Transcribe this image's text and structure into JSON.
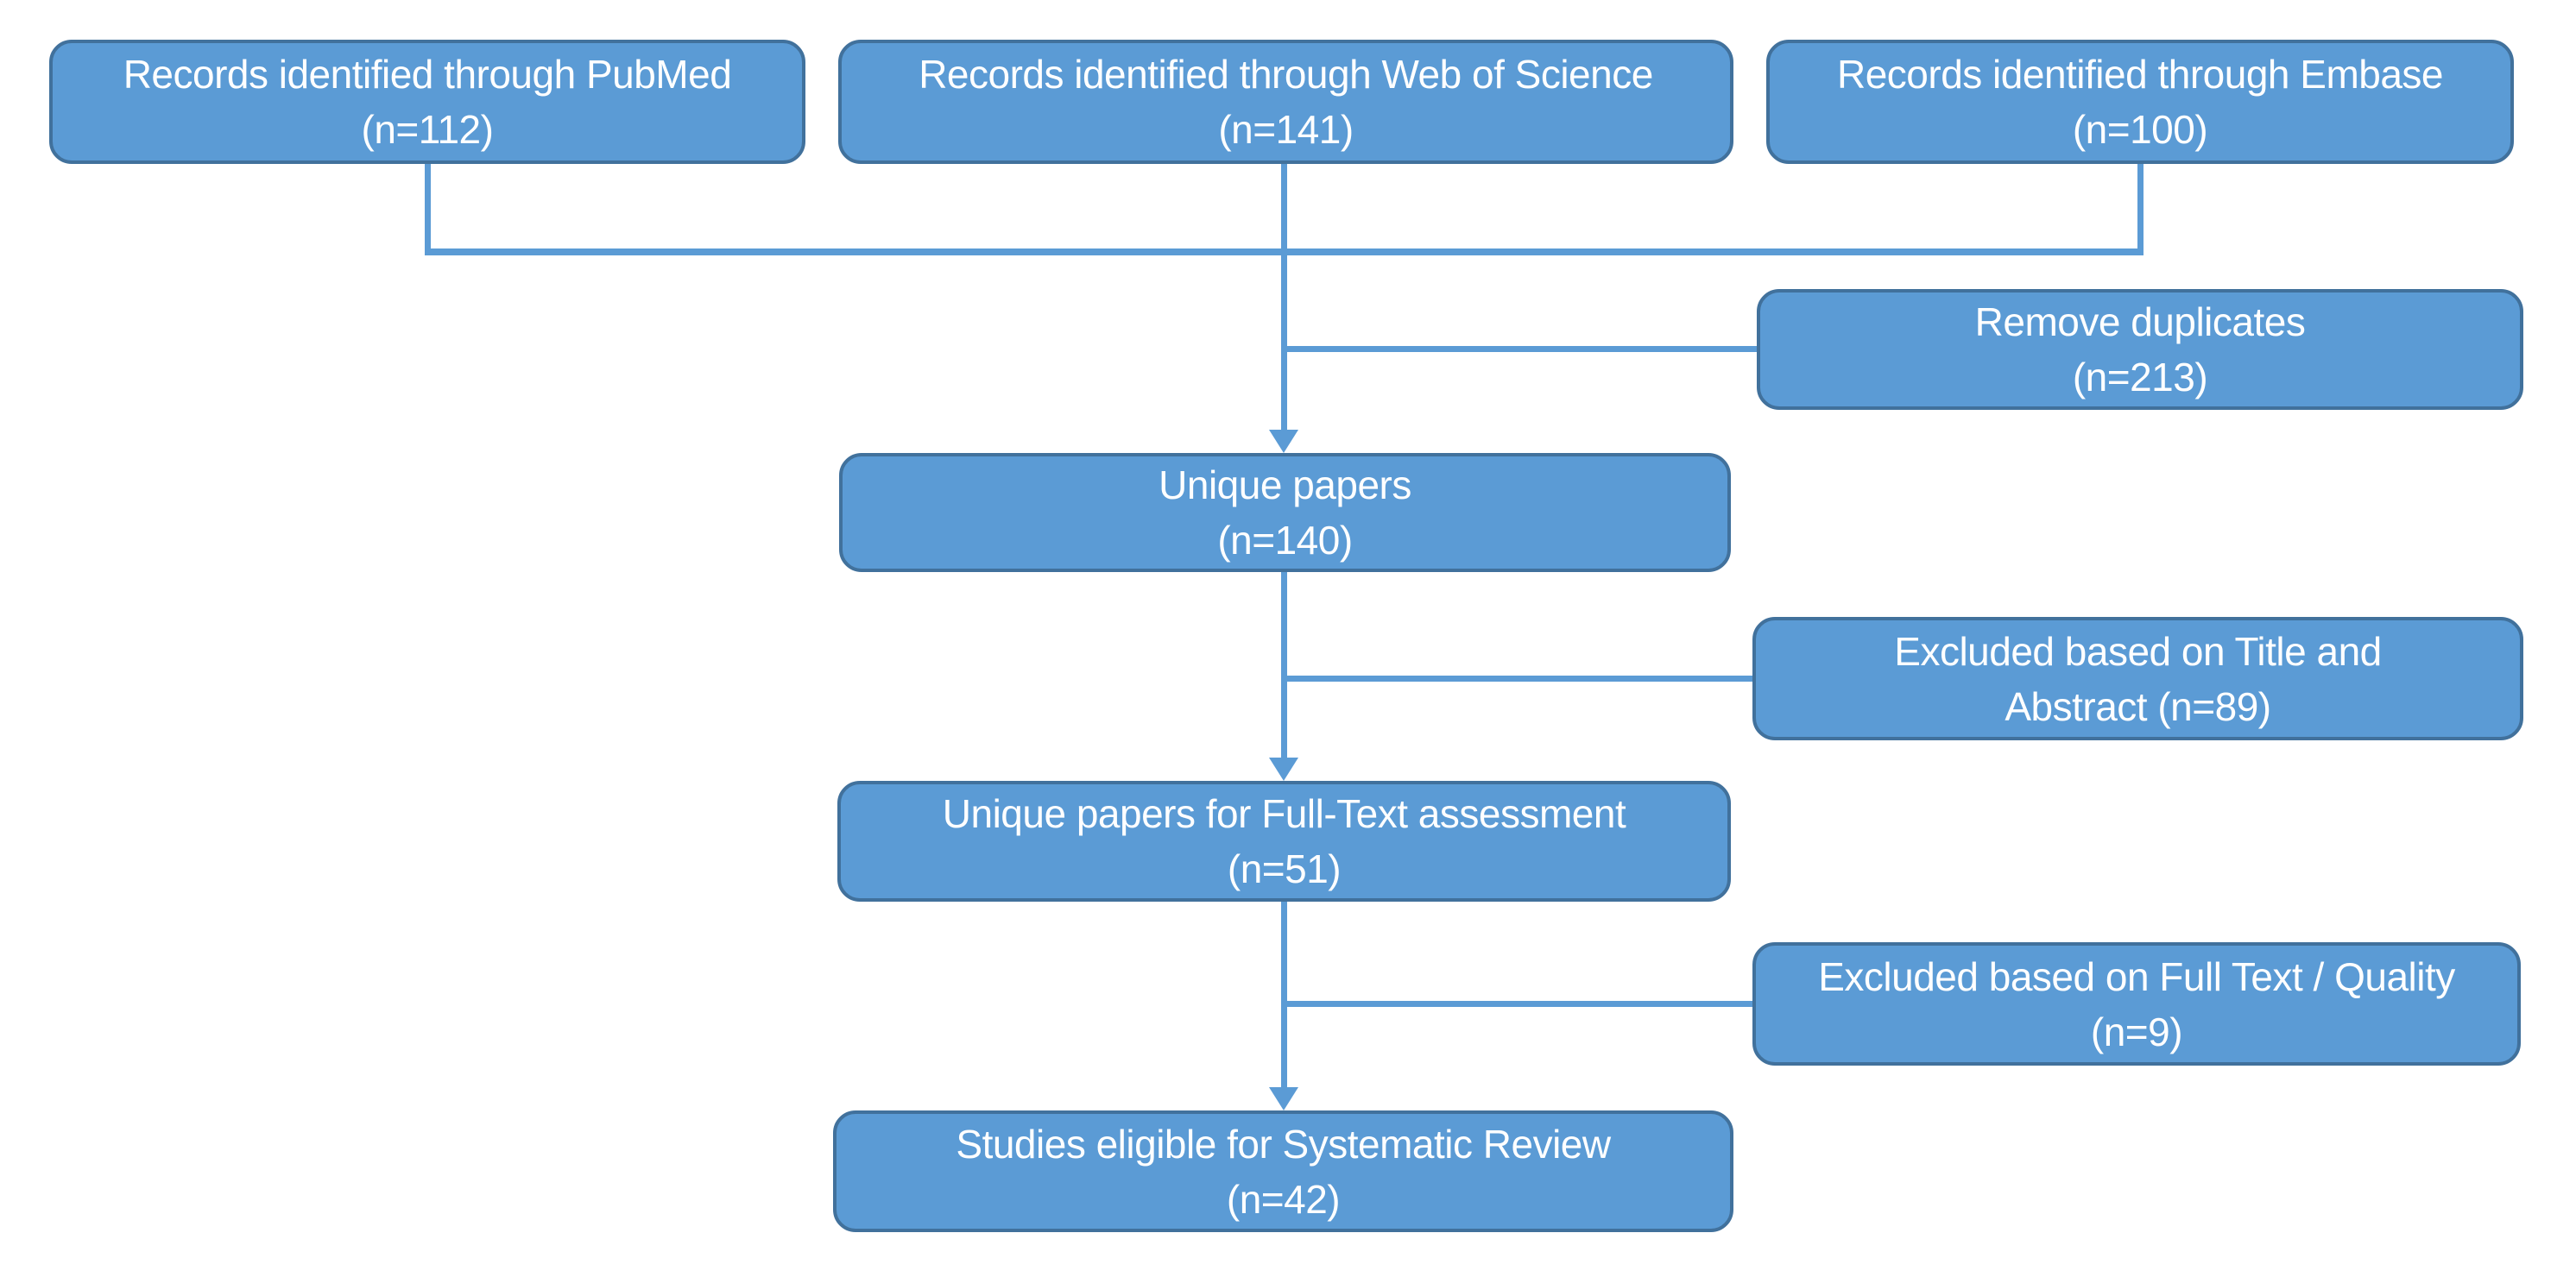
{
  "diagram": {
    "title": "Systematic review study selection flow diagram",
    "colors": {
      "node_fill": "#5b9bd5",
      "node_border": "#41719c",
      "connector": "#5b9bd5",
      "text": "#ffffff",
      "background": "#ffffff"
    },
    "nodes": {
      "pubmed": {
        "line1": "Records identified through PubMed",
        "line2": "(n=112)",
        "n": 112
      },
      "web_of_science": {
        "line1": "Records identified through Web of Science",
        "line2": "(n=141)",
        "n": 141
      },
      "embase": {
        "line1": "Records identified through Embase",
        "line2": "(n=100)",
        "n": 100
      },
      "remove_duplicates": {
        "line1": "Remove duplicates",
        "line2": "(n=213)",
        "n": 213
      },
      "unique_papers": {
        "line1": "Unique papers",
        "line2": "(n=140)",
        "n": 140
      },
      "excluded_title": {
        "line1": "Excluded based on Title and",
        "line2": "Abstract (n=89)",
        "n": 89
      },
      "fulltext": {
        "line1": "Unique papers for Full-Text assessment",
        "line2": "(n=51)",
        "n": 51
      },
      "excluded_fulltext": {
        "line1": "Excluded based on Full Text / Quality",
        "line2": "(n=9)",
        "n": 9
      },
      "eligible": {
        "line1": "Studies eligible for Systematic Review",
        "line2": "(n=42)",
        "n": 42
      }
    },
    "edges": [
      {
        "from": "pubmed",
        "to": "unique_papers"
      },
      {
        "from": "web_of_science",
        "to": "unique_papers"
      },
      {
        "from": "embase",
        "to": "unique_papers"
      },
      {
        "from": "merge_point",
        "to": "remove_duplicates"
      },
      {
        "from": "unique_papers",
        "to": "fulltext"
      },
      {
        "from": "unique_papers",
        "to": "excluded_title"
      },
      {
        "from": "fulltext",
        "to": "eligible"
      },
      {
        "from": "fulltext",
        "to": "excluded_fulltext"
      }
    ]
  }
}
